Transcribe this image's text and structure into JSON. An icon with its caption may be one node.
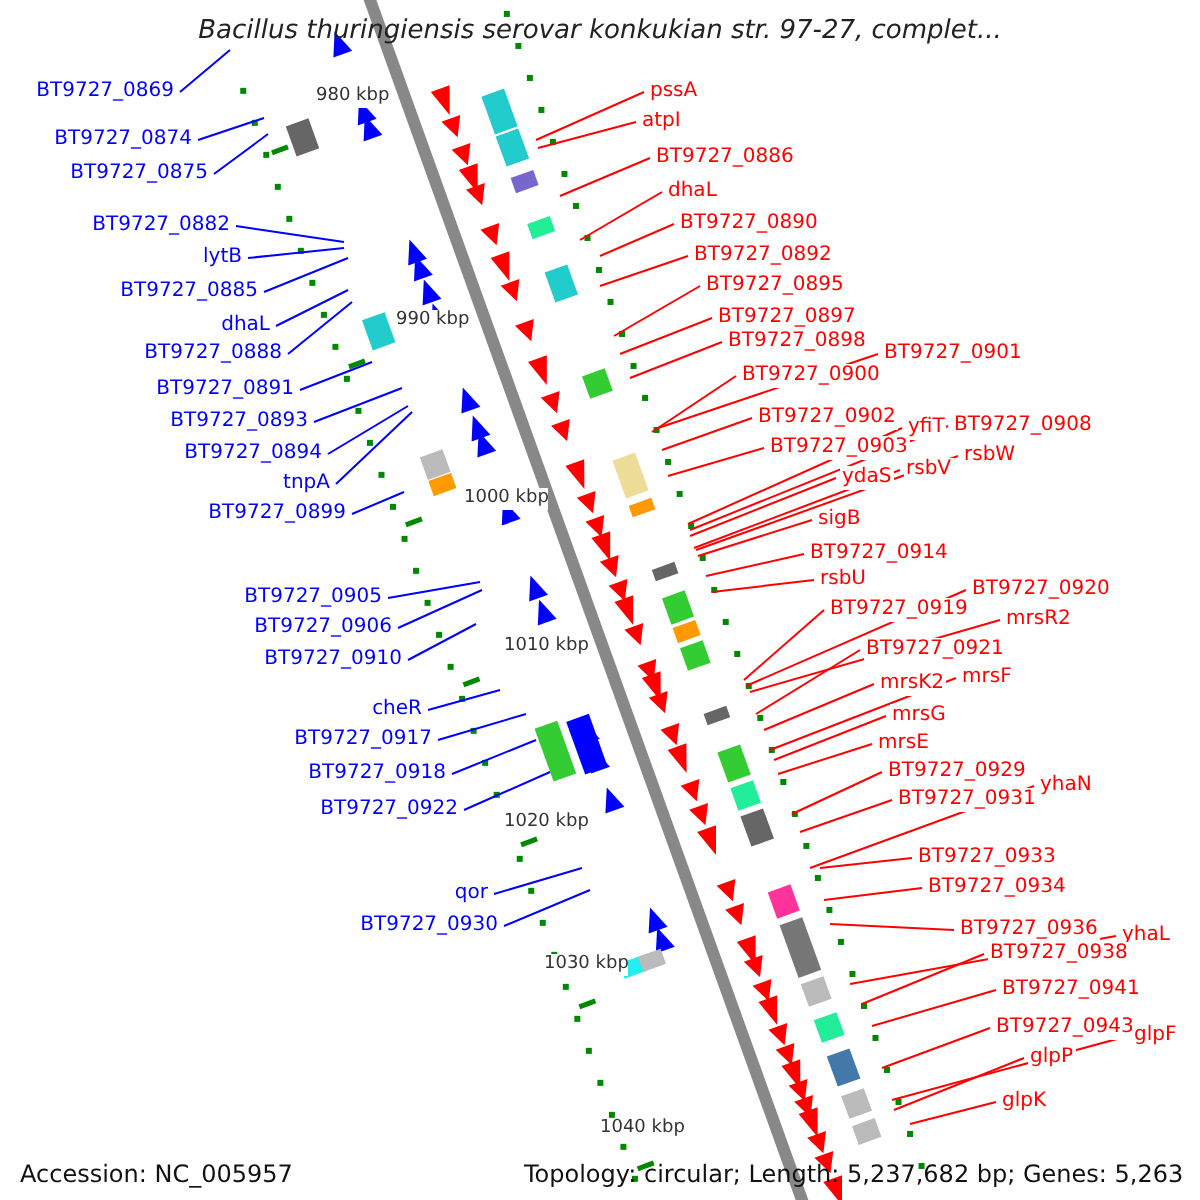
{
  "diagram": {
    "title": "Bacillus thuringiensis serovar konkukian str. 97-27, complet...",
    "nodes": [
      {
        "text": [
          "BT9727_0869"
        ]
      },
      {
        "text": [
          "BT9727_0874"
        ]
      },
      {
        "text": [
          "BT9727_0875"
        ]
      },
      {
        "text": [
          "BT9727_0882"
        ]
      },
      {
        "text": [
          "lytB"
        ]
      },
      {
        "text": [
          "BT9727_0885"
        ]
      },
      {
        "text": [
          "dhaL"
        ]
      },
      {
        "text": [
          "BT9727_0888"
        ]
      },
      {
        "text": [
          "BT9727_0891"
        ]
      },
      {
        "text": [
          "BT9727_0893"
        ]
      },
      {
        "text": [
          "BT9727_0894"
        ]
      },
      {
        "text": [
          "tnpA"
        ]
      },
      {
        "text": [
          "BT9727_0899"
        ]
      },
      {
        "text": [
          "BT9727_0905"
        ]
      },
      {
        "text": [
          "BT9727_0906"
        ]
      },
      {
        "text": [
          "BT9727_0910"
        ]
      },
      {
        "text": [
          "cheR"
        ]
      },
      {
        "text": [
          "BT9727_0917"
        ]
      },
      {
        "text": [
          "BT9727_0918"
        ]
      },
      {
        "text": [
          "BT9727_0922"
        ]
      },
      {
        "text": [
          "qor"
        ]
      },
      {
        "text": [
          "BT9727_0930"
        ]
      },
      {
        "text": [
          "pssA"
        ]
      },
      {
        "text": [
          "atpI"
        ]
      },
      {
        "text": [
          "BT9727_0886"
        ]
      },
      {
        "text": [
          "dhaL"
        ]
      },
      {
        "text": [
          "BT9727_0890"
        ]
      },
      {
        "text": [
          "BT9727_0892"
        ]
      },
      {
        "text": [
          "BT9727_0895"
        ]
      },
      {
        "text": [
          "BT9727_0897"
        ]
      },
      {
        "text": [
          "BT9727_0898"
        ]
      },
      {
        "text": [
          "BT9727_0901"
        ]
      },
      {
        "text": [
          "BT9727_0900"
        ]
      },
      {
        "text": [
          "BT9727_0902"
        ]
      },
      {
        "text": [
          "BT9727_0903"
        ]
      },
      {
        "text": [
          "yfiT"
        ]
      },
      {
        "text": [
          "BT9727_0908"
        ]
      },
      {
        "text": [
          "ydaS"
        ]
      },
      {
        "text": [
          "rsbV"
        ]
      },
      {
        "text": [
          "rsbW"
        ]
      },
      {
        "text": [
          "sigB"
        ]
      },
      {
        "text": [
          "BT9727_0914"
        ]
      },
      {
        "text": [
          "rsbU"
        ]
      },
      {
        "text": [
          "BT9727_0919"
        ]
      },
      {
        "text": [
          "BT9727_0920"
        ]
      },
      {
        "text": [
          "mrsR2"
        ]
      },
      {
        "text": [
          "BT9727_0921"
        ]
      },
      {
        "text": [
          "mrsK2"
        ]
      },
      {
        "text": [
          "mrsF"
        ]
      },
      {
        "text": [
          "mrsG"
        ]
      },
      {
        "text": [
          "mrsE"
        ]
      },
      {
        "text": [
          "BT9727_0929"
        ]
      },
      {
        "text": [
          "BT9727_0931"
        ]
      },
      {
        "text": [
          "yhaN"
        ]
      },
      {
        "text": [
          "BT9727_0933"
        ]
      },
      {
        "text": [
          "BT9727_0934"
        ]
      },
      {
        "text": [
          "BT9727_0936"
        ]
      },
      {
        "text": [
          "yhaL"
        ]
      },
      {
        "text": [
          "BT9727_0938"
        ]
      },
      {
        "text": [
          "BT9727_0941"
        ]
      },
      {
        "text": [
          "BT9727_0943"
        ]
      },
      {
        "text": [
          "glpF"
        ]
      },
      {
        "text": [
          "glpP"
        ]
      },
      {
        "text": [
          "glpK"
        ]
      }
    ],
    "edges": [
      {
        "from": 0,
        "to": null,
        "arrow": "none",
        "color": "#0000ff"
      },
      {
        "from": 1,
        "to": null,
        "arrow": "none",
        "color": "#0000ff"
      },
      {
        "from": 2,
        "to": null,
        "arrow": "none",
        "color": "#0000ff"
      },
      {
        "from": 3,
        "to": null,
        "arrow": "none",
        "color": "#0000ff"
      },
      {
        "from": 4,
        "to": null,
        "arrow": "none",
        "color": "#0000ff"
      },
      {
        "from": 5,
        "to": null,
        "arrow": "none",
        "color": "#0000ff"
      },
      {
        "from": 6,
        "to": null,
        "arrow": "none",
        "color": "#0000ff"
      },
      {
        "from": 7,
        "to": null,
        "arrow": "none",
        "color": "#0000ff"
      },
      {
        "from": 8,
        "to": null,
        "arrow": "none",
        "color": "#0000ff"
      },
      {
        "from": 9,
        "to": null,
        "arrow": "none",
        "color": "#0000ff"
      },
      {
        "from": 10,
        "to": null,
        "arrow": "none",
        "color": "#0000ff"
      },
      {
        "from": 11,
        "to": null,
        "arrow": "none",
        "color": "#0000ff"
      },
      {
        "from": 12,
        "to": null,
        "arrow": "none",
        "color": "#0000ff"
      },
      {
        "from": 13,
        "to": null,
        "arrow": "none",
        "color": "#0000ff"
      },
      {
        "from": 14,
        "to": null,
        "arrow": "none",
        "color": "#0000ff"
      },
      {
        "from": 15,
        "to": null,
        "arrow": "none",
        "color": "#0000ff"
      },
      {
        "from": 16,
        "to": null,
        "arrow": "none",
        "color": "#0000ff"
      },
      {
        "from": 17,
        "to": null,
        "arrow": "none",
        "color": "#0000ff"
      },
      {
        "from": 18,
        "to": null,
        "arrow": "none",
        "color": "#0000ff"
      },
      {
        "from": 19,
        "to": null,
        "arrow": "none",
        "color": "#0000ff"
      },
      {
        "from": 20,
        "to": null,
        "arrow": "none",
        "color": "#0000ff"
      },
      {
        "from": 21,
        "to": null,
        "arrow": "none",
        "color": "#0000ff"
      },
      {
        "from": 22,
        "to": null,
        "arrow": "none"
      },
      {
        "from": 23,
        "to": null,
        "arrow": "none"
      },
      {
        "from": 24,
        "to": null,
        "arrow": "none"
      },
      {
        "from": 25,
        "to": null,
        "arrow": "none"
      },
      {
        "from": 26,
        "to": null,
        "arrow": "none"
      },
      {
        "from": 27,
        "to": null,
        "arrow": "none"
      },
      {
        "from": 28,
        "to": null,
        "arrow": "none"
      },
      {
        "from": 29,
        "to": null,
        "arrow": "none"
      },
      {
        "from": 30,
        "to": null,
        "arrow": "none"
      },
      {
        "from": 31,
        "to": null,
        "arrow": "none"
      },
      {
        "from": 32,
        "to": null,
        "arrow": "none"
      },
      {
        "from": 33,
        "to": null,
        "arrow": "none"
      },
      {
        "from": 34,
        "to": null,
        "arrow": "none"
      },
      {
        "from": 35,
        "to": null,
        "arrow": "none"
      },
      {
        "from": 36,
        "to": null,
        "arrow": "none"
      },
      {
        "from": 37,
        "to": null,
        "arrow": "none"
      },
      {
        "from": 38,
        "to": null,
        "arrow": "none"
      },
      {
        "from": 39,
        "to": null,
        "arrow": "none"
      },
      {
        "from": 40,
        "to": null,
        "arrow": "none"
      },
      {
        "from": 41,
        "to": null,
        "arrow": "none"
      },
      {
        "from": 42,
        "to": null,
        "arrow": "none"
      },
      {
        "from": 43,
        "to": null,
        "arrow": "none"
      },
      {
        "from": 44,
        "to": null,
        "arrow": "none"
      },
      {
        "from": 45,
        "to": null,
        "arrow": "none"
      },
      {
        "from": 46,
        "to": null,
        "arrow": "none"
      },
      {
        "from": 47,
        "to": null,
        "arrow": "none"
      },
      {
        "from": 48,
        "to": null,
        "arrow": "none"
      },
      {
        "from": 49,
        "to": null,
        "arrow": "none"
      },
      {
        "from": 50,
        "to": null,
        "arrow": "none"
      },
      {
        "from": 51,
        "to": null,
        "arrow": "none"
      },
      {
        "from": 52,
        "to": null,
        "arrow": "none"
      },
      {
        "from": 53,
        "to": null,
        "arrow": "none"
      },
      {
        "from": 54,
        "to": null,
        "arrow": "none"
      },
      {
        "from": 55,
        "to": null,
        "arrow": "none"
      },
      {
        "from": 56,
        "to": null,
        "arrow": "none"
      },
      {
        "from": 57,
        "to": null,
        "arrow": "none"
      },
      {
        "from": 58,
        "to": null,
        "arrow": "none"
      },
      {
        "from": 59,
        "to": null,
        "arrow": "none"
      },
      {
        "from": 60,
        "to": null,
        "arrow": "none"
      },
      {
        "from": 61,
        "to": null,
        "arrow": "none"
      },
      {
        "from": 62,
        "to": null,
        "arrow": "none"
      },
      {
        "from": 63,
        "to": null,
        "arrow": "none"
      }
    ],
    "labels": [
      "980 kbp",
      "990 kbp",
      "1000 kbp",
      "1010 kbp",
      "1020 kbp",
      "1030 kbp",
      "1040 kbp",
      "Accession: NC_005957",
      "Topology: circular; Length: 5,237,682 bp; Genes: 5,263"
    ]
  }
}
